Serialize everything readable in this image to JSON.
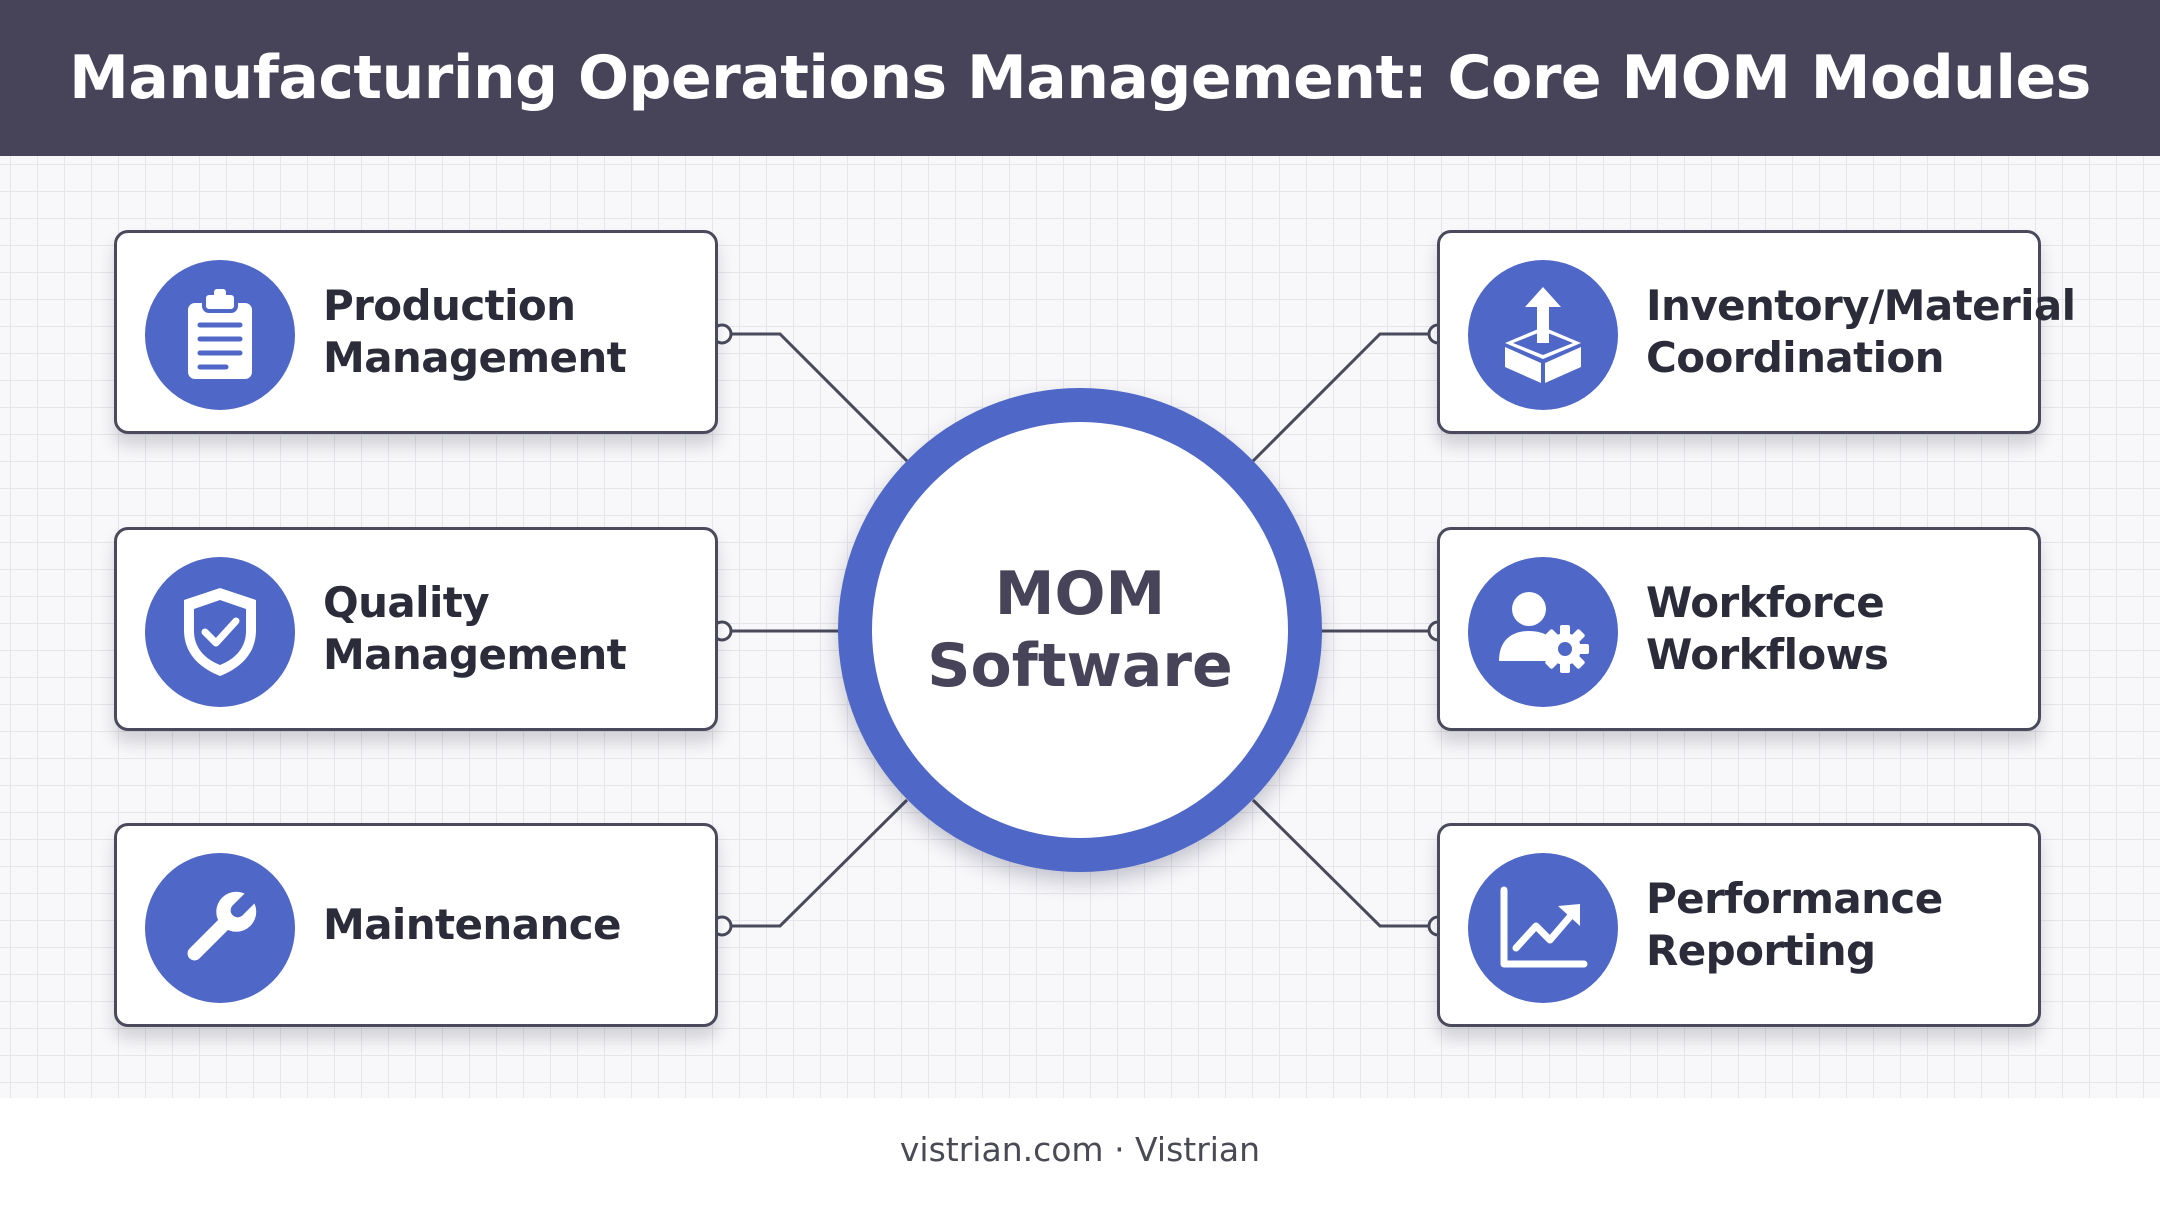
{
  "title": "Manufacturing Operations Management: Core MOM Modules",
  "hub": {
    "label": "MOM\nSoftware"
  },
  "modules": {
    "production": {
      "label": "Production\nManagement",
      "icon": "clipboard-icon"
    },
    "quality": {
      "label": "Quality\nManagement",
      "icon": "shield-check-icon"
    },
    "maintenance": {
      "label": "Maintenance",
      "icon": "wrench-icon"
    },
    "inventory": {
      "label": "Inventory/Material\nCoordination",
      "icon": "box-upload-icon"
    },
    "workforce": {
      "label": "Workforce\nWorkflows",
      "icon": "user-gear-icon"
    },
    "performance": {
      "label": "Performance\nReporting",
      "icon": "trend-chart-icon"
    }
  },
  "footer": "vistrian.com · Vistrian",
  "colors": {
    "header": "#474358",
    "accent": "#4f67c6",
    "border": "#4a4a5c"
  }
}
